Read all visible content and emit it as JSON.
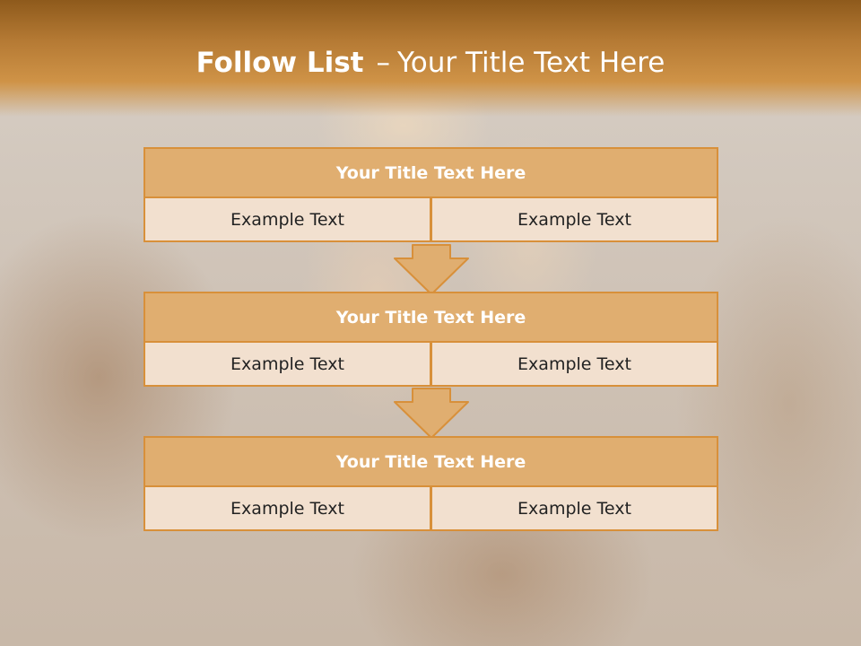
{
  "slide": {
    "title_bold": "Follow List",
    "title_dash": "–",
    "title_rest": "Your Title Text Here"
  },
  "steps": [
    {
      "title": "Your Title Text Here",
      "left": "Example Text",
      "right": "Example Text"
    },
    {
      "title": "Your Title Text Here",
      "left": "Example Text",
      "right": "Example Text"
    },
    {
      "title": "Your Title Text Here",
      "left": "Example Text",
      "right": "Example Text"
    }
  ],
  "colors": {
    "header": "#b57a34",
    "box_title_fill": "#e0ae70",
    "box_cell_fill": "#f2e0cf",
    "border": "#d8903a"
  },
  "icons": [
    "down-arrow-icon",
    "down-arrow-icon"
  ]
}
